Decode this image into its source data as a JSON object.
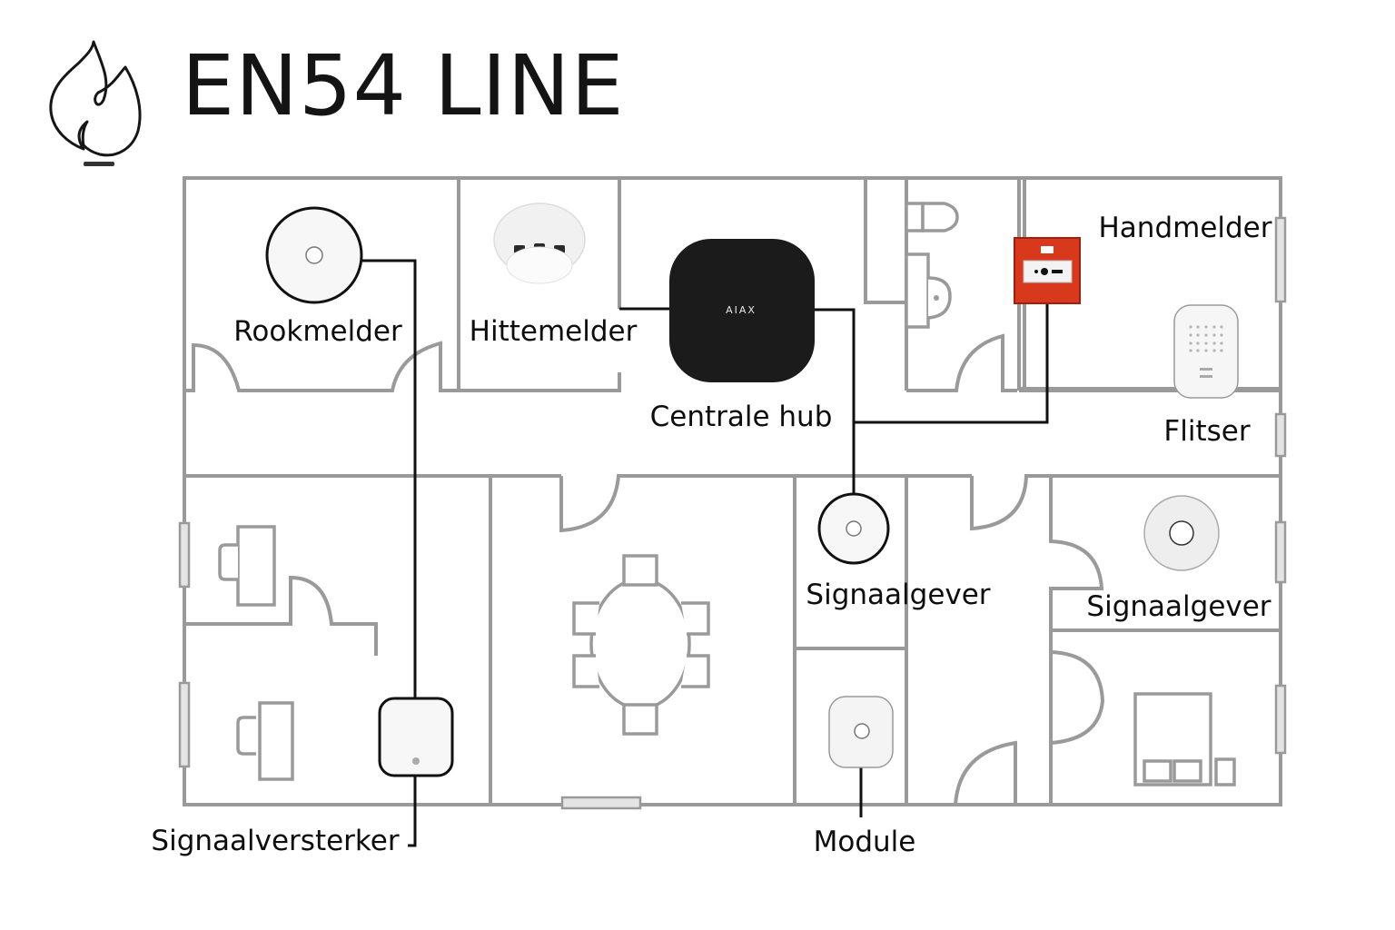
{
  "header": {
    "title": "EN54 LINE",
    "icon": "flame-icon"
  },
  "hub": {
    "brand": "AIAX",
    "label": "Centrale hub"
  },
  "devices": {
    "rookmelder": {
      "label": "Rookmelder",
      "icon": "smoke-detector-icon"
    },
    "hittemelder": {
      "label": "Hittemelder",
      "icon": "heat-detector-icon"
    },
    "handmelder": {
      "label": "Handmelder",
      "icon": "manual-call-point-icon"
    },
    "flitser": {
      "label": "Flitser",
      "icon": "strobe-flasher-icon"
    },
    "signaalgever_1": {
      "label": "Signaalgever",
      "icon": "sounder-icon"
    },
    "signaalgever_2": {
      "label": "Signaalgever",
      "icon": "sounder-icon"
    },
    "signaalversterker": {
      "label": "Signaalversterker",
      "icon": "repeater-icon"
    },
    "module": {
      "label": "Module",
      "icon": "module-icon"
    }
  },
  "colors": {
    "wall": "#9a9a9a",
    "wire": "#111111",
    "hub": "#1b1b1b",
    "call_point_red": "#d8381c",
    "text": "#0d0d0d"
  }
}
